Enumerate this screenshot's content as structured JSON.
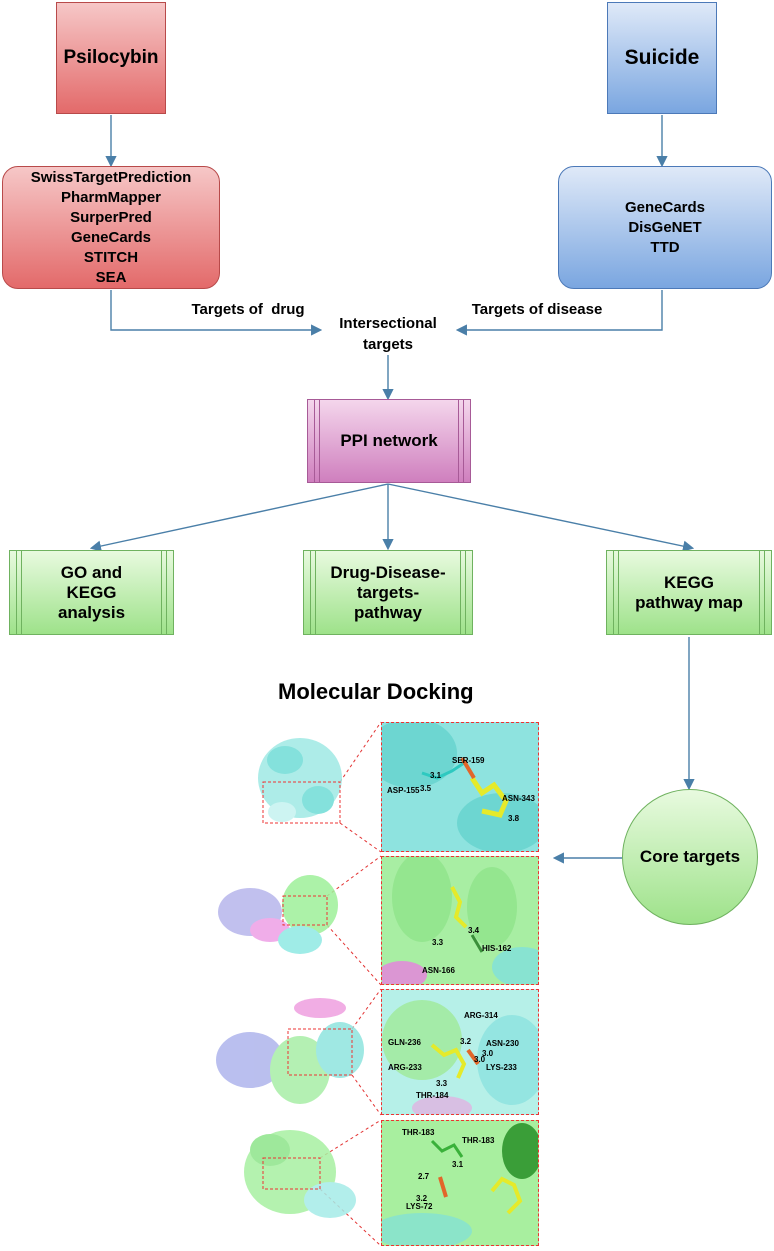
{
  "drug": {
    "label": "Psilocybin"
  },
  "disease": {
    "label": "Suicide"
  },
  "drug_databases": [
    "SwissTargetPrediction",
    "PharmMapper",
    "SurperPred",
    "GeneCards",
    "STITCH",
    "SEA"
  ],
  "disease_databases": [
    "GeneCards",
    "DisGeNET",
    "TTD"
  ],
  "edge_labels": {
    "drug_targets": "Targets of  drug",
    "disease_targets": "Targets of disease"
  },
  "intersection": {
    "line1": "Intersectional",
    "line2": "targets"
  },
  "ppi": {
    "label": "PPI network"
  },
  "analyses": {
    "go_kegg": [
      "GO and",
      "KEGG",
      "analysis"
    ],
    "drug_disease": [
      "Drug-Disease-",
      "targets-",
      "pathway"
    ],
    "kegg_map": [
      "KEGG",
      "pathway map"
    ]
  },
  "core_targets": {
    "label": "Core targets"
  },
  "docking": {
    "title": "Molecular Docking",
    "panel1": {
      "residues": [
        "SER-159",
        "ASP-155",
        "ASN-343"
      ],
      "distances": [
        "3.1",
        "3.5",
        "3.8"
      ]
    },
    "panel2": {
      "residues": [
        "HIS-162",
        "ASN-166"
      ],
      "distances": [
        "3.4",
        "3.3"
      ]
    },
    "panel3": {
      "residues": [
        "ARG-314",
        "ASN-230",
        "LYS-233",
        "GLN-236",
        "ARG-233",
        "THR-184"
      ],
      "distances": [
        "3.2",
        "3.0",
        "3.0",
        "3.3"
      ]
    },
    "panel4": {
      "residues": [
        "THR-183",
        "THR-183",
        "LYS-72"
      ],
      "distances": [
        "3.1",
        "2.7",
        "3.2"
      ]
    }
  },
  "colors": {
    "drug": "#e36a6a",
    "disease": "#7aa6e0",
    "ppi": "#cf7fbe",
    "analysis": "#9ee28a",
    "arrow": "#4a7fa8",
    "zoom_border": "#e33333"
  }
}
